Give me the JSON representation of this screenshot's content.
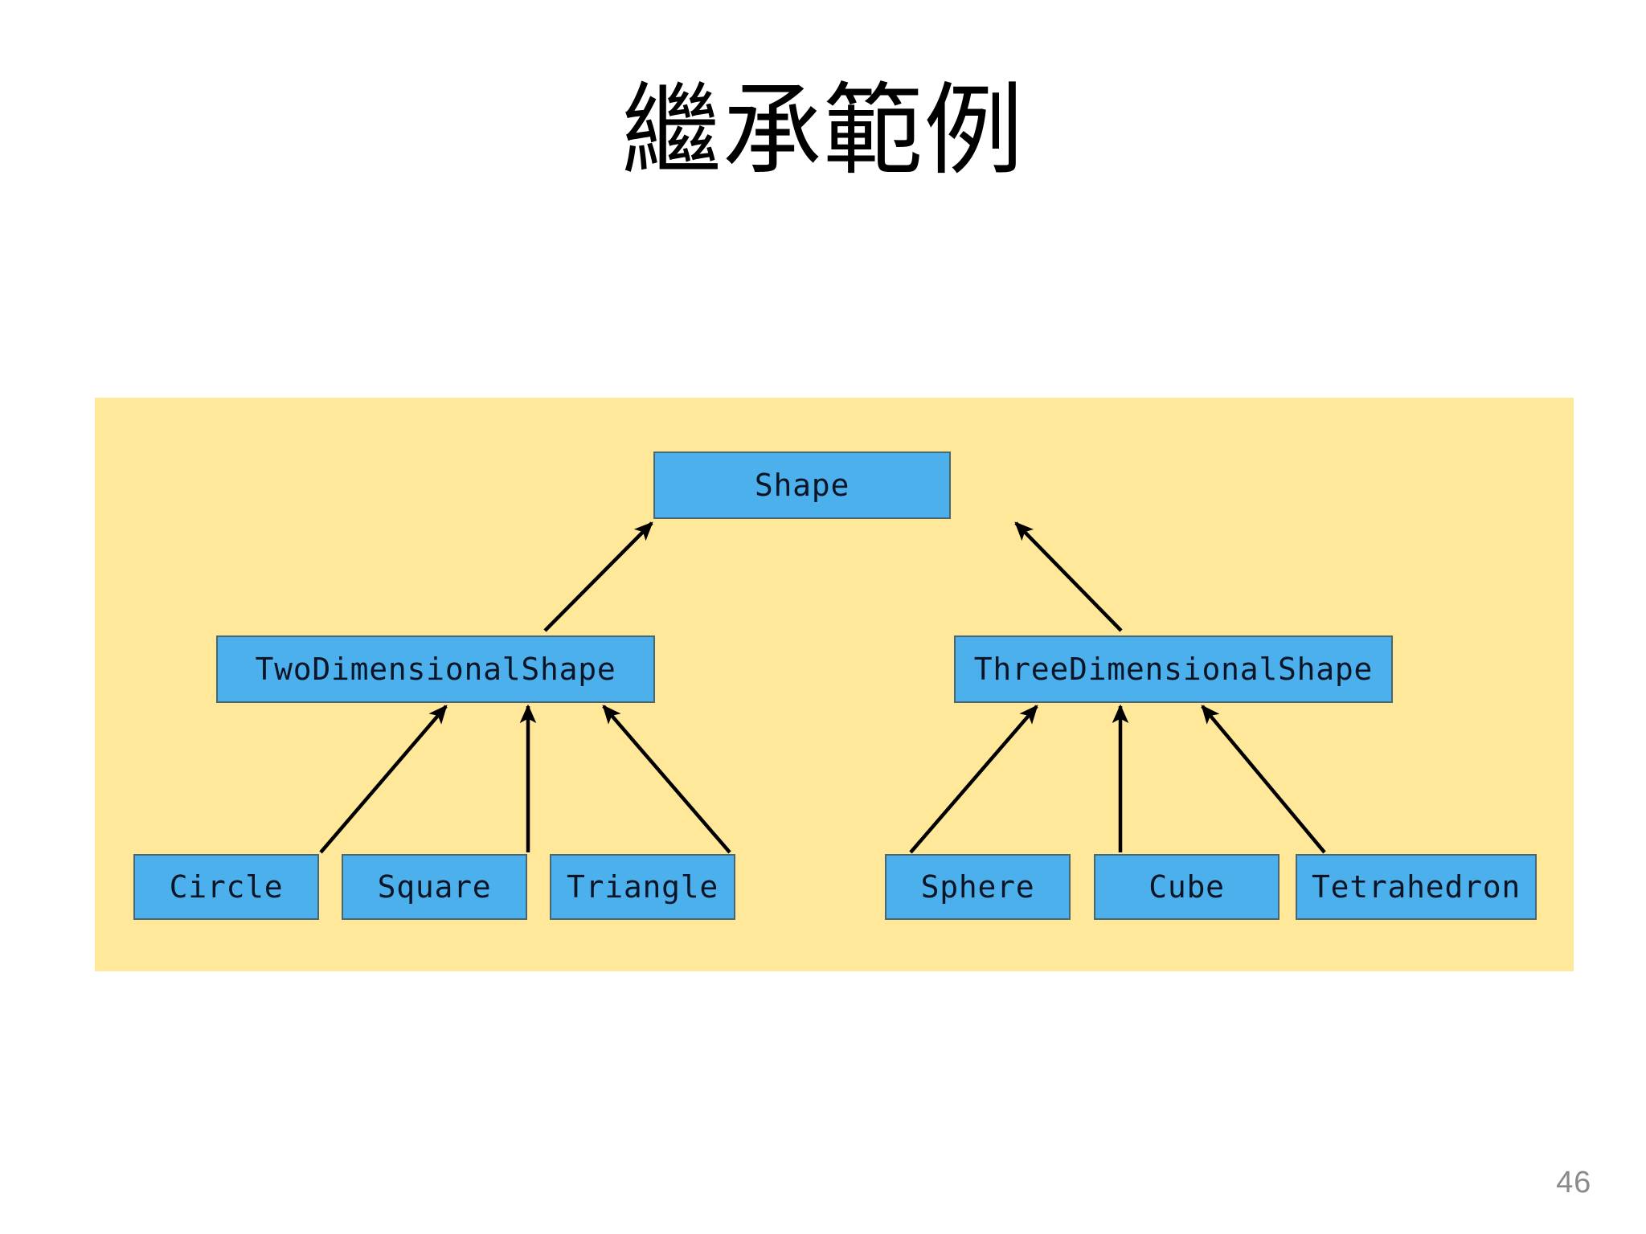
{
  "slide": {
    "title": "繼承範例",
    "page_number": "46",
    "background_color": "#ffffff"
  },
  "panel": {
    "background_color": "#ffe89a",
    "box_fill_color": "#4cb0ec",
    "box_border_color": "#4a6670",
    "arrow_color": "#000000"
  },
  "diagram": {
    "type": "class-inheritance-hierarchy",
    "arrow_style": "solid-line-filled-arrowhead-pointing-to-parent",
    "nodes": [
      {
        "id": "shape",
        "label": "Shape",
        "level": 0,
        "parent": null
      },
      {
        "id": "two-dimensional-shape",
        "label": "TwoDimensionalShape",
        "level": 1,
        "parent": "shape"
      },
      {
        "id": "three-dimensional-shape",
        "label": "ThreeDimensionalShape",
        "level": 1,
        "parent": "shape"
      },
      {
        "id": "circle",
        "label": "Circle",
        "level": 2,
        "parent": "two-dimensional-shape"
      },
      {
        "id": "square",
        "label": "Square",
        "level": 2,
        "parent": "two-dimensional-shape"
      },
      {
        "id": "triangle",
        "label": "Triangle",
        "level": 2,
        "parent": "two-dimensional-shape"
      },
      {
        "id": "sphere",
        "label": "Sphere",
        "level": 2,
        "parent": "three-dimensional-shape"
      },
      {
        "id": "cube",
        "label": "Cube",
        "level": 2,
        "parent": "three-dimensional-shape"
      },
      {
        "id": "tetrahedron",
        "label": "Tetrahedron",
        "level": 2,
        "parent": "three-dimensional-shape"
      }
    ],
    "edges": [
      {
        "from": "two-dimensional-shape",
        "to": "shape"
      },
      {
        "from": "three-dimensional-shape",
        "to": "shape"
      },
      {
        "from": "circle",
        "to": "two-dimensional-shape"
      },
      {
        "from": "square",
        "to": "two-dimensional-shape"
      },
      {
        "from": "triangle",
        "to": "two-dimensional-shape"
      },
      {
        "from": "sphere",
        "to": "three-dimensional-shape"
      },
      {
        "from": "cube",
        "to": "three-dimensional-shape"
      },
      {
        "from": "tetrahedron",
        "to": "three-dimensional-shape"
      }
    ]
  }
}
